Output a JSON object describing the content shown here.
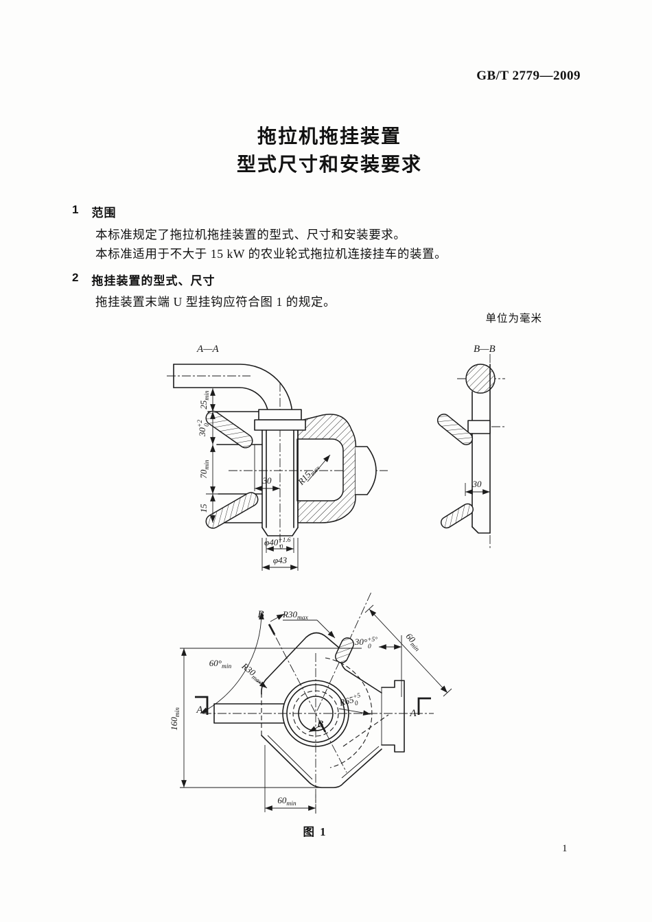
{
  "doc": {
    "standard_no": "GB/T 2779—2009",
    "title_line1": "拖拉机拖挂装置",
    "title_line2": "型式尺寸和安装要求",
    "units_note": "单位为毫米",
    "figure_caption": "图  1",
    "page_number": "1"
  },
  "sections": [
    {
      "no": "1",
      "heading": "范围",
      "paras": [
        "本标准规定了拖拉机拖挂装置的型式、尺寸和安装要求。",
        "本标准适用于不大于 15 kW 的农业轮式拖拉机连接挂车的装置。"
      ]
    },
    {
      "no": "2",
      "heading": "拖挂装置的型式、尺寸",
      "paras": [
        "拖挂装置末端 U 型挂钩应符合图 1 的规定。"
      ]
    }
  ],
  "figure": {
    "aa": {
      "label": "A—A",
      "dim25": {
        "v": "25",
        "sub": "min"
      },
      "dim30tol": {
        "v": "30",
        "sup": "+2",
        "sub": "0"
      },
      "dim70": {
        "v": "70",
        "sub": "min"
      },
      "dim15": {
        "v": "15"
      },
      "dim30": {
        "v": "30"
      },
      "r15": {
        "v": "R15",
        "sub": "max"
      },
      "dia40": {
        "v": "φ40",
        "sup": "+1.6",
        "sub": "0"
      },
      "dia43": {
        "v": "φ43"
      }
    },
    "bb": {
      "label": "B—B",
      "dim30": {
        "v": "30"
      }
    },
    "plan": {
      "dim160": {
        "v": "160",
        "sub": "min"
      },
      "ang60": {
        "v": "60°",
        "sub": "min"
      },
      "r30a": {
        "v": "R30",
        "sub": "max"
      },
      "r30b": {
        "v": "R30",
        "sub": "max"
      },
      "ang30": {
        "v": "30°",
        "sup": "+5°",
        "sub": "0"
      },
      "dim60diag": {
        "v": "60",
        "sub": "min"
      },
      "r65": {
        "v": "R65",
        "sup": "+5",
        "sub": "0"
      },
      "dim60bot": {
        "v": "60",
        "sub": "min"
      },
      "secA": "A",
      "secB": "B"
    }
  }
}
